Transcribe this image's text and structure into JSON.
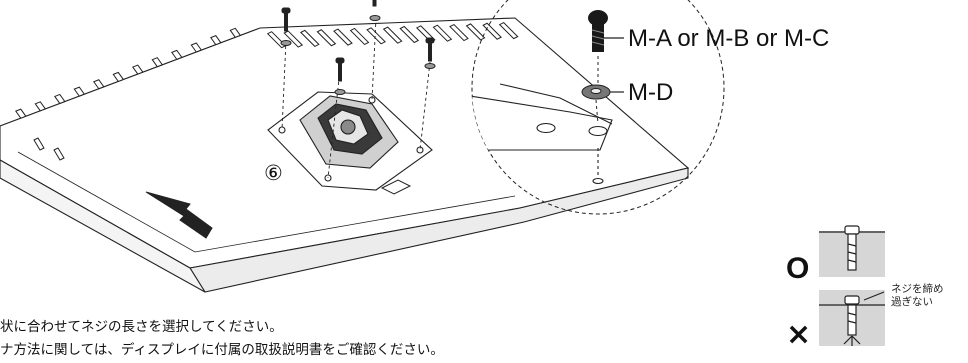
{
  "callouts": {
    "screw_label": "M-A or M-B or M-C",
    "washer_label": "M-D",
    "part_number": "⑥"
  },
  "notes": [
    "状に合わせてネジの長さを選択してください。",
    "ナ方法に関しては、ディスプレイに付属の取扱説明書をご確認ください。"
  ],
  "legend": {
    "correct_symbol": "O",
    "wrong_symbol": "×",
    "wrong_caption_line1": "ネジを締め",
    "wrong_caption_line2": "過ぎない"
  }
}
